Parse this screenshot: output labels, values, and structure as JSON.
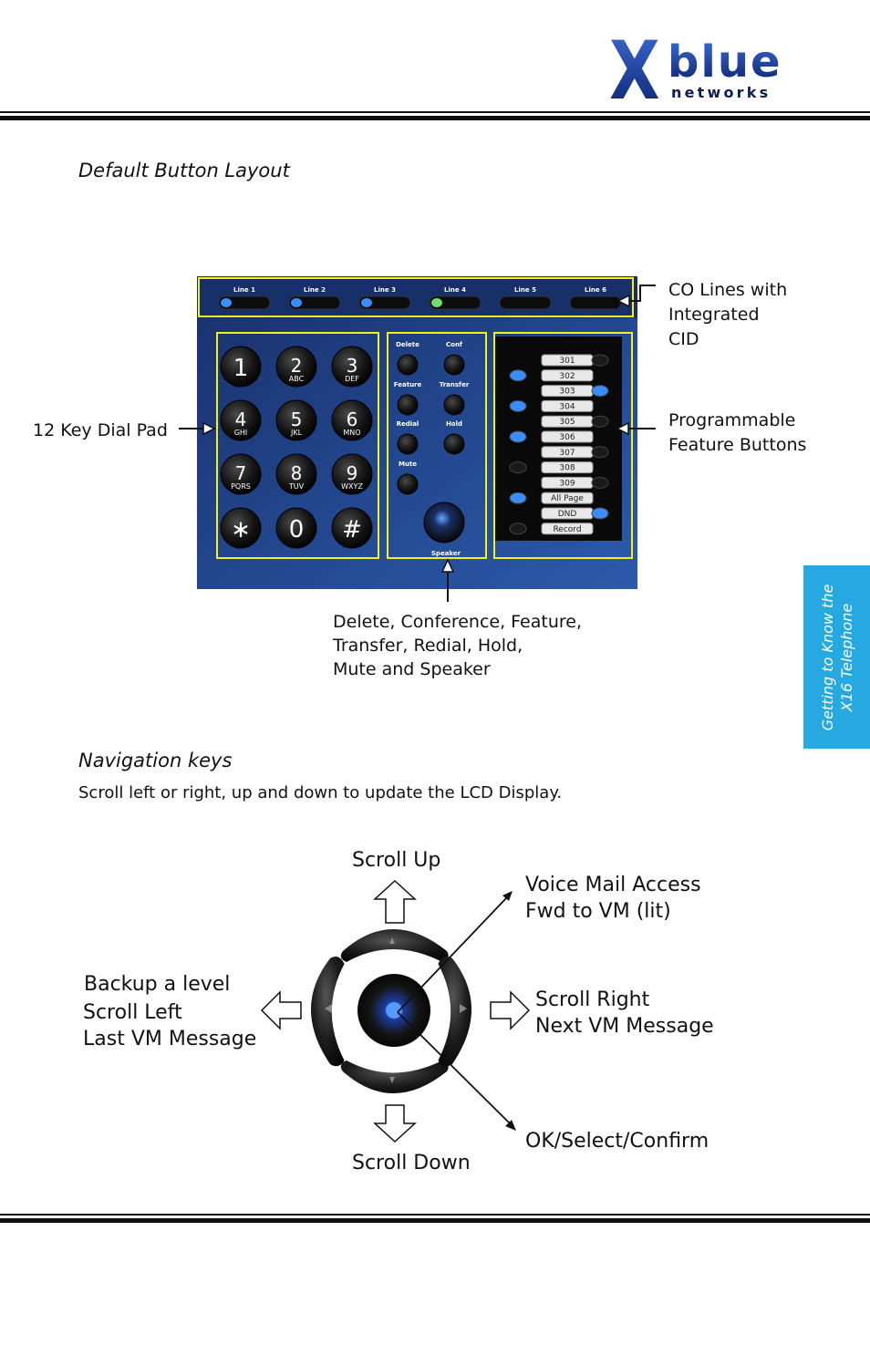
{
  "logo": {
    "brand_big": "blue",
    "brand_small": "networks",
    "x_glyph": "X"
  },
  "sections": {
    "default_layout_heading": "Default Button Layout",
    "navigation_heading": "Navigation keys",
    "navigation_body": "Scroll left or right, up and down to update the LCD Display."
  },
  "phone_panel": {
    "line_keys": [
      "Line 1",
      "Line 2",
      "Line 3",
      "Line 4",
      "Line 5",
      "Line 6"
    ],
    "dial_keys": [
      {
        "digit": "1",
        "letters": ""
      },
      {
        "digit": "2",
        "letters": "ABC"
      },
      {
        "digit": "3",
        "letters": "DEF"
      },
      {
        "digit": "4",
        "letters": "GHI"
      },
      {
        "digit": "5",
        "letters": "JKL"
      },
      {
        "digit": "6",
        "letters": "MNO"
      },
      {
        "digit": "7",
        "letters": "PQRS"
      },
      {
        "digit": "8",
        "letters": "TUV"
      },
      {
        "digit": "9",
        "letters": "WXYZ"
      },
      {
        "digit": "∗",
        "letters": ""
      },
      {
        "digit": "0",
        "letters": ""
      },
      {
        "digit": "#",
        "letters": ""
      }
    ],
    "function_keys": [
      "Delete",
      "Conf",
      "Feature",
      "Transfer",
      "Redial",
      "Hold",
      "Mute",
      "Speaker"
    ],
    "programmable_labels": [
      "301",
      "302",
      "303",
      "304",
      "305",
      "306",
      "307",
      "308",
      "309",
      "All Page",
      "DND",
      "Record"
    ],
    "highlight_color": "#f2f21a",
    "panel_color": "#1c3c7a"
  },
  "callouts": {
    "co_lines": [
      "CO Lines with",
      "Integrated",
      "CID"
    ],
    "dial_pad": "12 Key Dial Pad",
    "programmable": [
      "Programmable",
      "Feature Buttons"
    ],
    "function_group": [
      "Delete, Conference, Feature,",
      "Transfer, Redial, Hold,",
      "Mute and Speaker"
    ]
  },
  "navigation": {
    "scroll_up": "Scroll Up",
    "scroll_down": "Scroll Down",
    "left": [
      "Backup a level",
      "Scroll Left",
      "Last VM Message"
    ],
    "right": [
      "Scroll Right",
      "Next VM Message"
    ],
    "voicemail": [
      "Voice Mail Access",
      "Fwd to VM (lit)"
    ],
    "ok": "OK/Select/Confirm"
  },
  "side_tab": [
    "Getting to Know the",
    "X16 Telephone"
  ],
  "colors": {
    "side_tab": "#26a8e0",
    "led_blue": "#3a8dff",
    "led_green": "#6fdc6f"
  }
}
